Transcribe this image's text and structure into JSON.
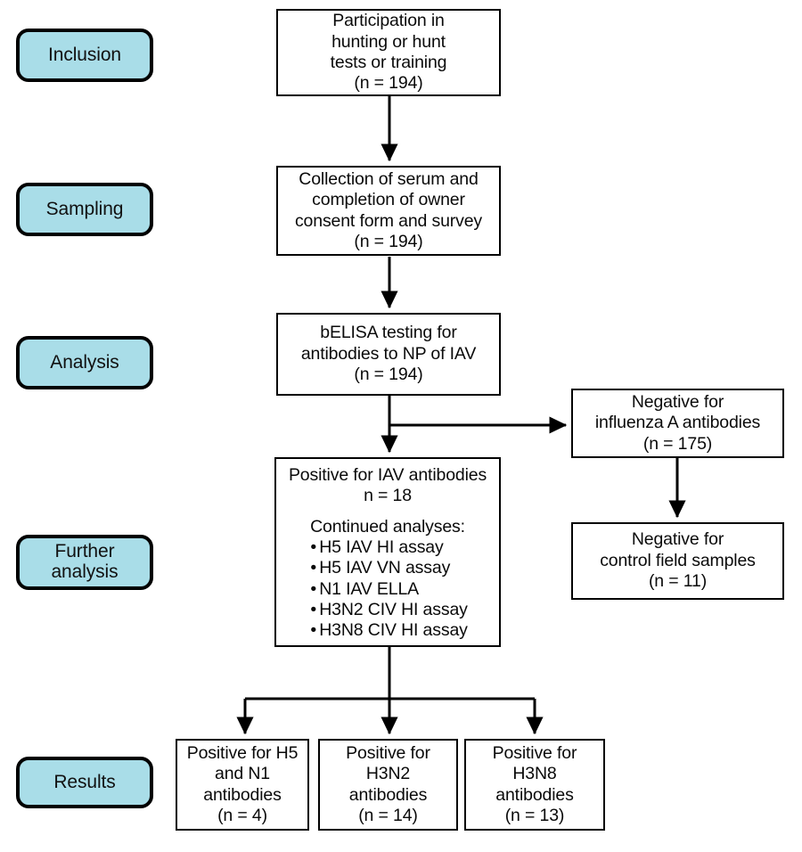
{
  "figure": {
    "type": "flowchart",
    "orientation": "top-to-bottom",
    "accent_color": "#a9dde8",
    "line_color": "#000000",
    "background_color": "#ffffff"
  },
  "stages": [
    {
      "id": "inclusion",
      "label": "Inclusion"
    },
    {
      "id": "sampling",
      "label": "Sampling"
    },
    {
      "id": "analysis",
      "label": "Analysis"
    },
    {
      "id": "further-analysis",
      "label_line1": "Further",
      "label_line2": "analysis"
    },
    {
      "id": "results",
      "label": "Results"
    }
  ],
  "nodes": {
    "inclusion": {
      "line1": "Participation in",
      "line2": "hunting or hunt",
      "line3": "tests or training",
      "count": "(n = 194)"
    },
    "sampling": {
      "line1": "Collection of serum and",
      "line2": "completion of owner",
      "line3": "consent form and survey",
      "count": "(n = 194)"
    },
    "belisa": {
      "line1": "bELISA testing for",
      "line2": "antibodies to NP of IAV",
      "count": "(n = 194)"
    },
    "negative_iav": {
      "line1": "Negative for",
      "line2": "influenza A antibodies",
      "count": "(n = 175)"
    },
    "negative_control": {
      "line1": "Negative for",
      "line2": "control field samples",
      "count": "(n = 11)"
    },
    "positive_iav": {
      "heading": "Positive for IAV antibodies",
      "count": "n = 18",
      "subheading": "Continued analyses:",
      "assays": [
        "H5 IAV HI assay",
        "H5 IAV VN assay",
        "N1 IAV ELLA",
        "H3N2 CIV HI assay",
        "H3N8 CIV HI assay"
      ],
      "bullet_glyph": "•"
    },
    "result_h5n1": {
      "line1": "Positive for H5",
      "line2": "and N1",
      "line3": "antibodies",
      "count": "(n = 4)"
    },
    "result_h3n2": {
      "line1": "Positive for",
      "line2": "H3N2",
      "line3": "antibodies",
      "count": "(n = 14)"
    },
    "result_h3n8": {
      "line1": "Positive for",
      "line2": "H3N8",
      "line3": "antibodies",
      "count": "(n = 13)"
    }
  }
}
